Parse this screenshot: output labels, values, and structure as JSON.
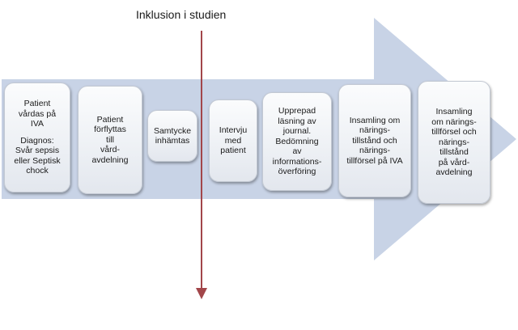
{
  "heading": "Inklusion i studien",
  "steps": [
    {
      "lines": [
        "Patient",
        "vårdas på",
        "IVA",
        "",
        "Diagnos:",
        "Svår sepsis",
        "eller Septisk",
        "chock"
      ]
    },
    {
      "lines": [
        "Patient",
        "förflyttas",
        "till",
        "vård-",
        "avdelning"
      ]
    },
    {
      "lines": [
        "Samtycke",
        "inhämtas"
      ]
    },
    {
      "lines": [
        "Intervju",
        "med",
        "patient"
      ]
    },
    {
      "lines": [
        "Upprepad",
        "läsning av",
        "journal.",
        "Bedömning",
        "av",
        "informations-",
        "överföring"
      ]
    },
    {
      "lines": [
        "Insamling om",
        "närings-",
        "tillstånd och",
        "närings-",
        "tillförsel på IVA"
      ]
    },
    {
      "lines": [
        "Insamling",
        "om närings-",
        "tillförsel och",
        "närings-",
        "tillstånd",
        "på vård-",
        "avdelning"
      ]
    }
  ],
  "colors": {
    "arrow": "#c8d3e6",
    "box_border": "#c3c9d3",
    "inclusion_line": "#a2464a"
  }
}
